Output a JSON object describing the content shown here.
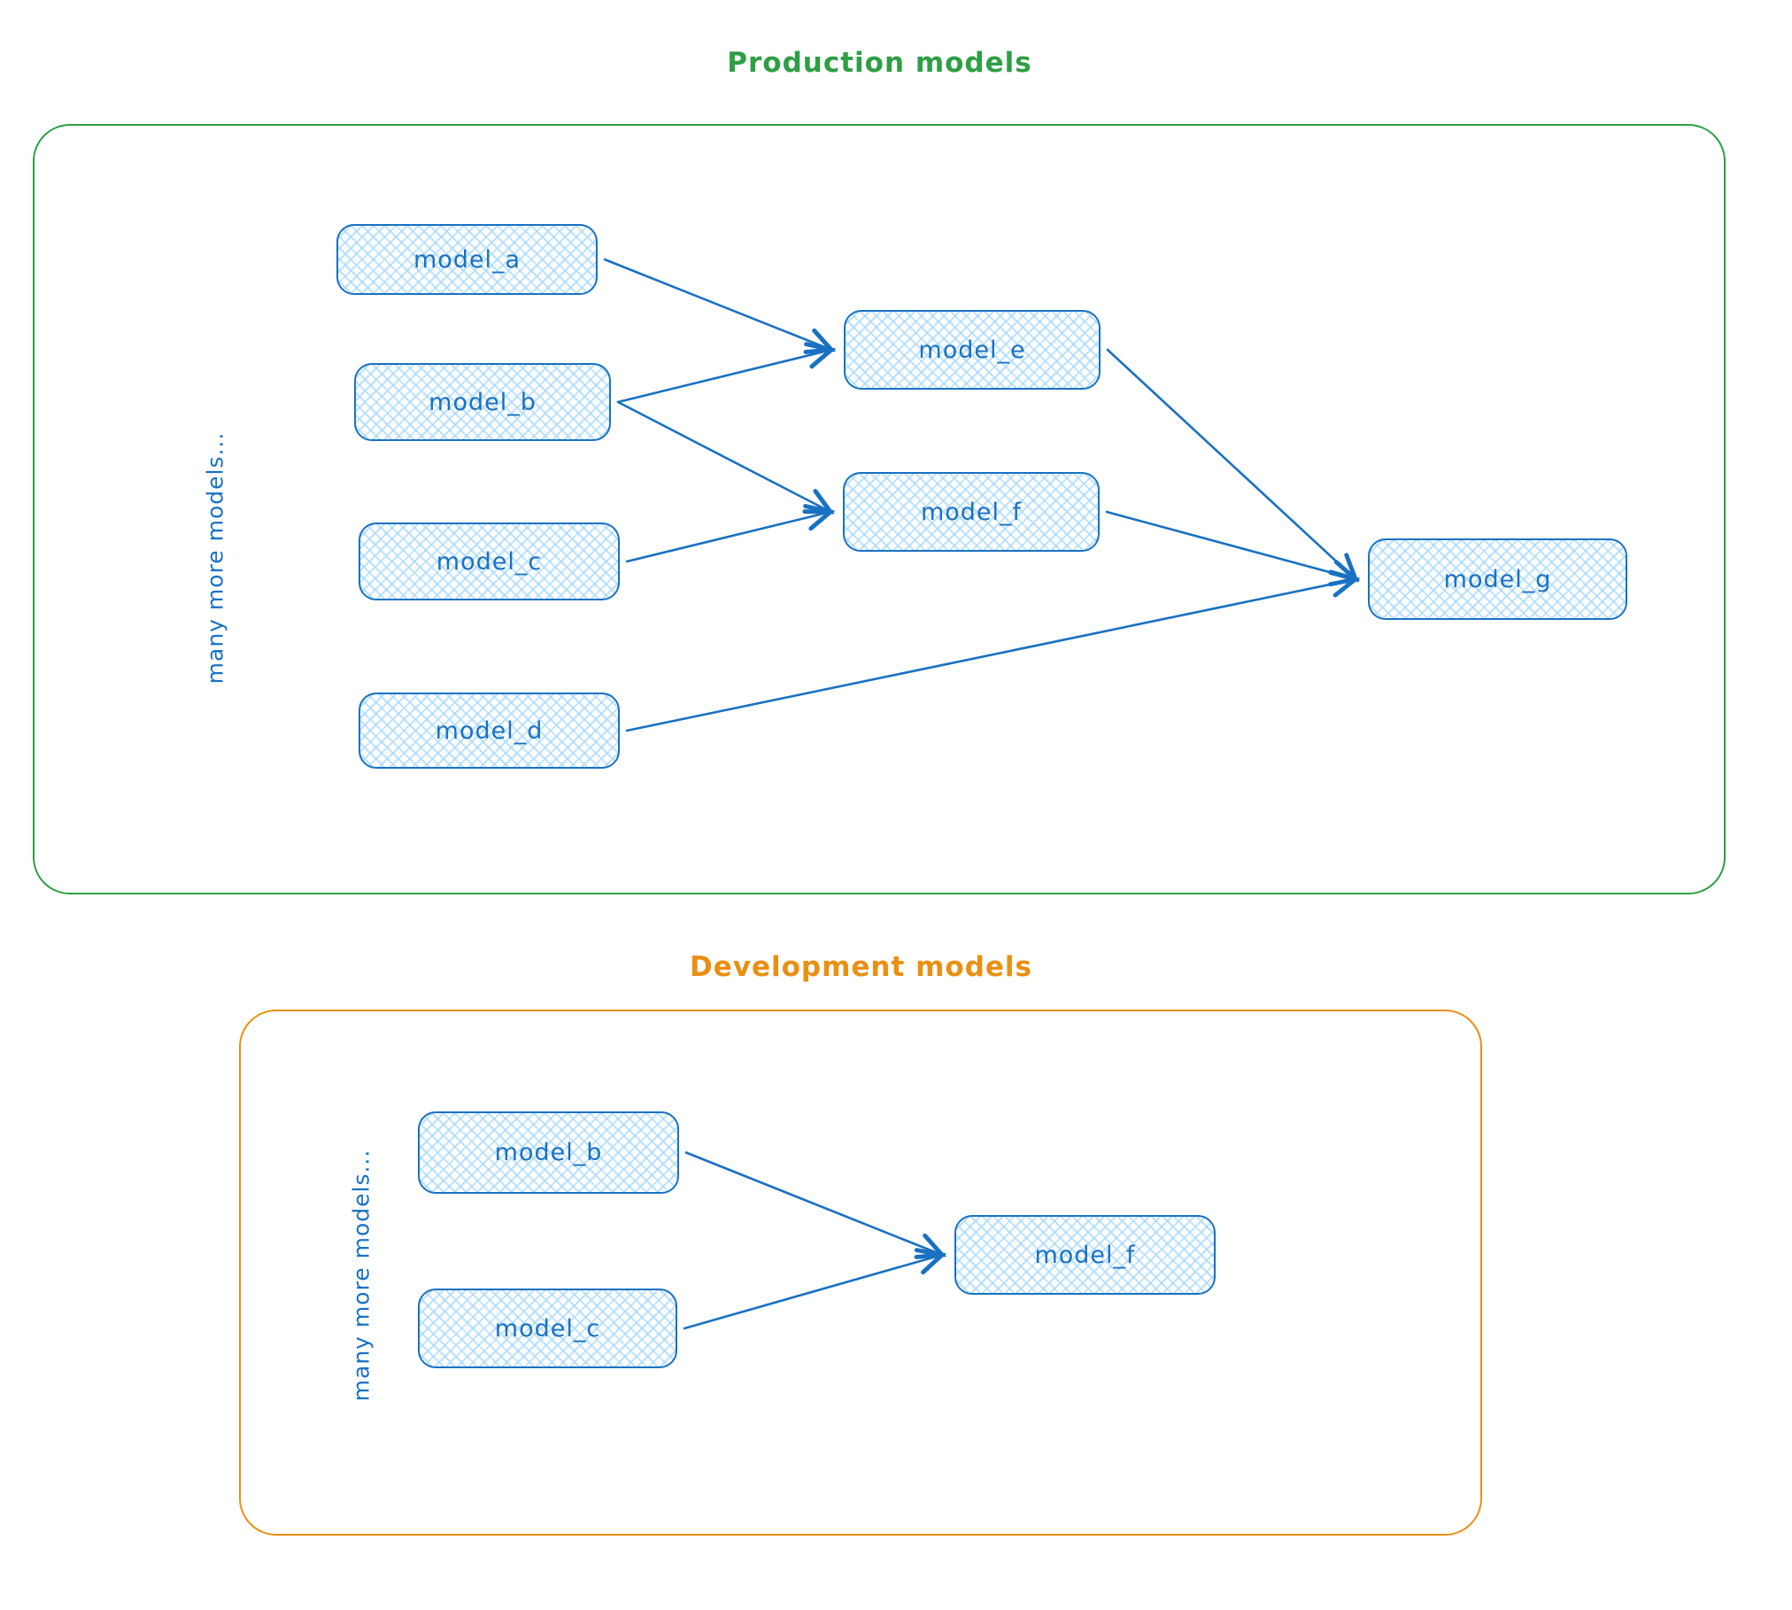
{
  "colors": {
    "blue_stroke": "#1971c2",
    "blue_fill": "#a5d8ff",
    "green": "#2f9e44",
    "orange": "#ea8f12"
  },
  "production": {
    "title": "Production models",
    "side_label": "many more models...",
    "nodes": {
      "a": {
        "label": "model_a"
      },
      "b": {
        "label": "model_b"
      },
      "c": {
        "label": "model_c"
      },
      "d": {
        "label": "model_d"
      },
      "e": {
        "label": "model_e"
      },
      "f": {
        "label": "model_f"
      },
      "g": {
        "label": "model_g"
      }
    },
    "edges": [
      [
        "a",
        "e"
      ],
      [
        "b",
        "e"
      ],
      [
        "b",
        "f"
      ],
      [
        "c",
        "f"
      ],
      [
        "e",
        "g"
      ],
      [
        "f",
        "g"
      ],
      [
        "d",
        "g"
      ]
    ]
  },
  "development": {
    "title": "Development models",
    "side_label": "many more models...",
    "nodes": {
      "b": {
        "label": "model_b"
      },
      "c": {
        "label": "model_c"
      },
      "f": {
        "label": "model_f"
      }
    },
    "edges": [
      [
        "b",
        "f"
      ],
      [
        "c",
        "f"
      ]
    ]
  }
}
